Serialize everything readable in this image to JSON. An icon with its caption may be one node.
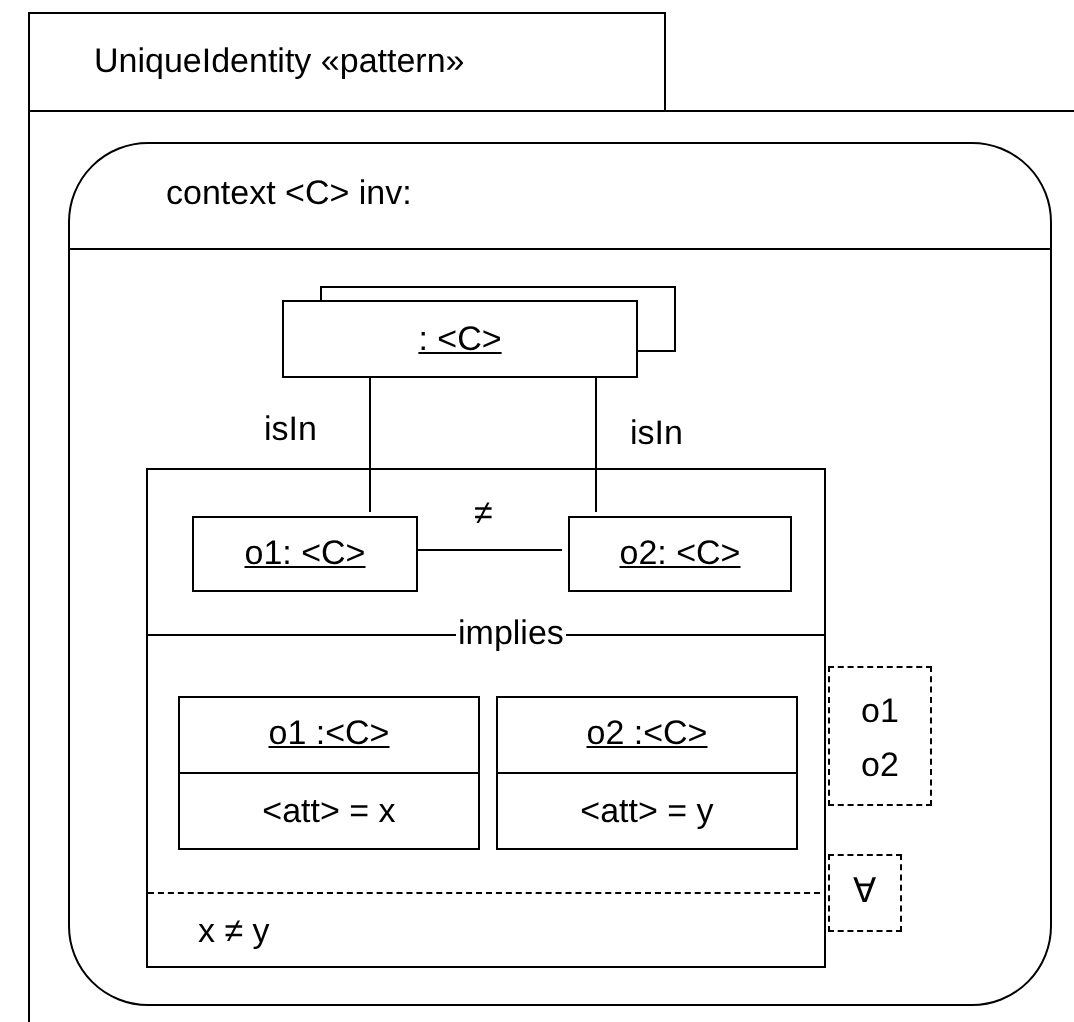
{
  "diagram": {
    "nodes": [
      {
        "text": [
          "UniqueIdentity «pattern»"
        ]
      },
      {
        "text": [
          "context <C> inv:"
        ],
        "in": 0
      },
      {
        "text": [
          ": <C>"
        ],
        "in": 1
      },
      {
        "text": [
          "implies",
          "x ≠ y"
        ],
        "in": 1
      },
      {
        "text": [
          "o1: <C>"
        ],
        "in": 3
      },
      {
        "text": [
          "o2: <C>"
        ],
        "in": 3
      },
      {
        "text": [
          "o1 :<C>",
          "<att> = x"
        ],
        "in": 3
      },
      {
        "text": [
          "o2 :<C>",
          "<att> = y"
        ],
        "in": 3
      },
      {
        "text": [
          "o1 o2"
        ],
        "in": 1
      },
      {
        "text": [
          "∀"
        ],
        "in": 1
      }
    ],
    "edges": [
      {
        "from": 2,
        "to": 4,
        "arrow": "none",
        "label": "isIn"
      },
      {
        "from": 2,
        "to": 5,
        "arrow": "none",
        "label": "isIn"
      },
      {
        "from": 4,
        "to": 5,
        "arrow": "none",
        "label": "≠"
      }
    ]
  }
}
